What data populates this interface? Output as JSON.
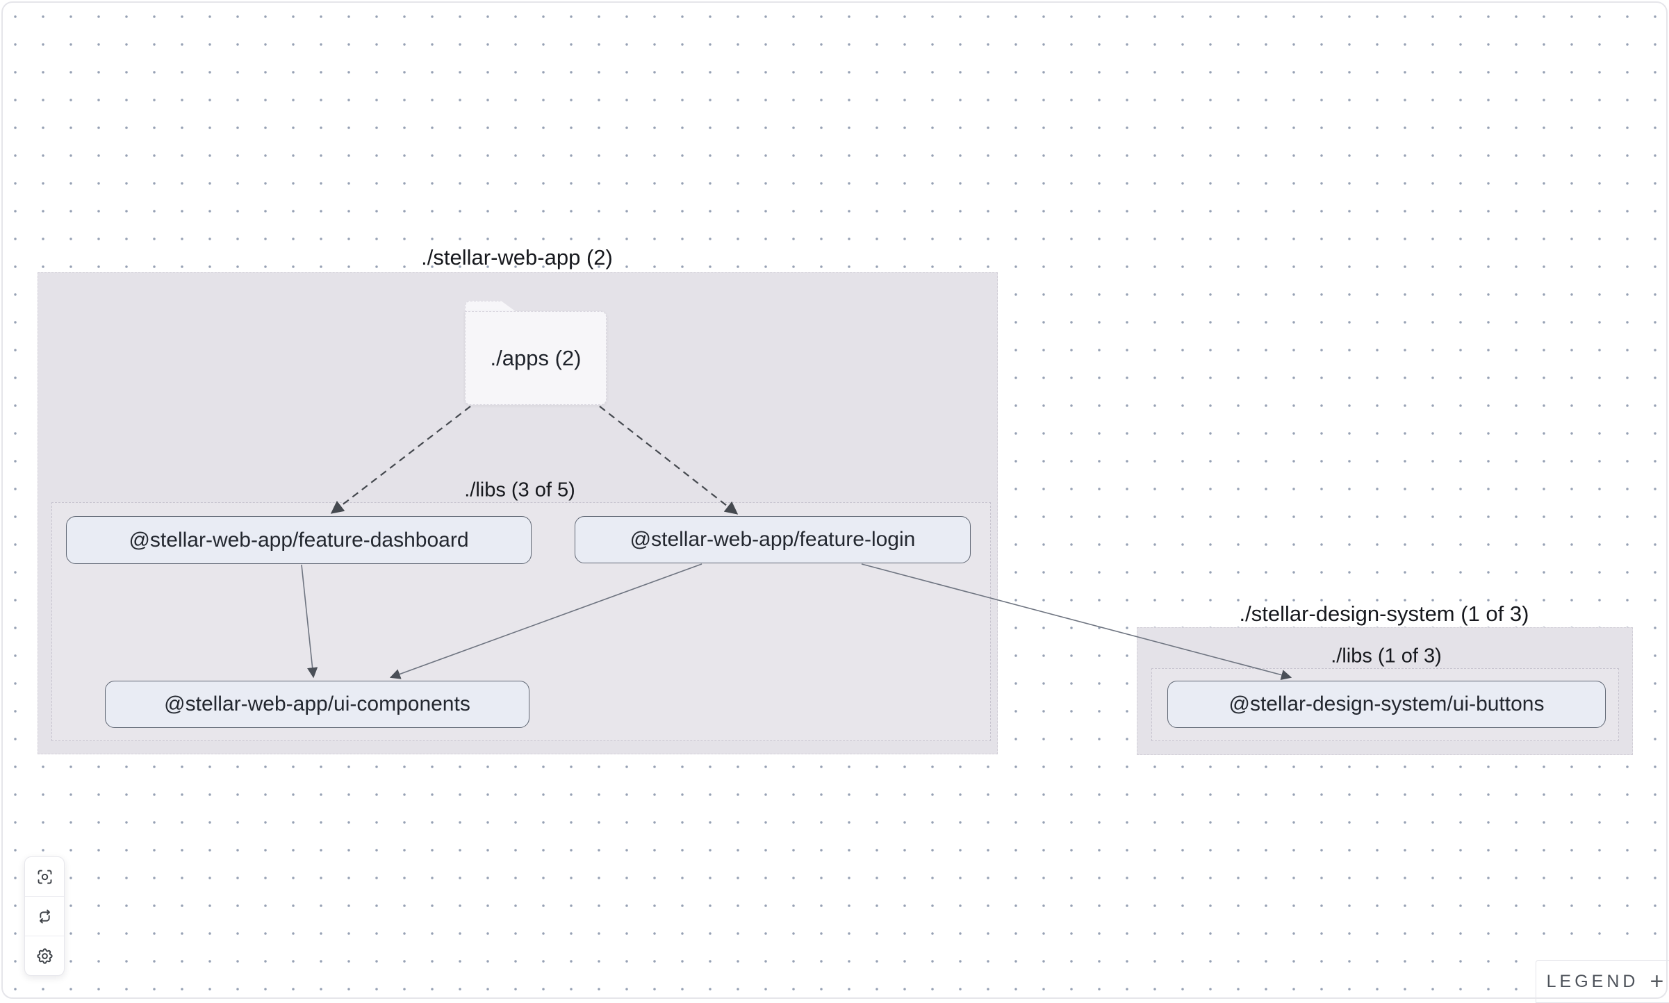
{
  "graph": {
    "groups": [
      {
        "title": "./stellar-web-app (2)"
      },
      {
        "title": "./stellar-design-system (1 of 3)"
      }
    ],
    "folder": {
      "label": "./apps (2)"
    },
    "subgroups": [
      {
        "label": "./libs (3 of 5)"
      },
      {
        "label": "./libs (1 of 3)"
      }
    ],
    "nodes": [
      {
        "label": "@stellar-web-app/feature-dashboard"
      },
      {
        "label": "@stellar-web-app/feature-login"
      },
      {
        "label": "@stellar-web-app/ui-components"
      },
      {
        "label": "@stellar-design-system/ui-buttons"
      }
    ],
    "edges": [
      {
        "from": "./apps (2)",
        "to": "@stellar-web-app/feature-dashboard",
        "style": "dashed"
      },
      {
        "from": "./apps (2)",
        "to": "@stellar-web-app/feature-login",
        "style": "dashed"
      },
      {
        "from": "@stellar-web-app/feature-dashboard",
        "to": "@stellar-web-app/ui-components",
        "style": "solid"
      },
      {
        "from": "@stellar-web-app/feature-login",
        "to": "@stellar-web-app/ui-components",
        "style": "solid"
      },
      {
        "from": "@stellar-web-app/feature-login",
        "to": "@stellar-design-system/ui-buttons",
        "style": "solid"
      }
    ]
  },
  "toolbar": {
    "buttons": [
      {
        "icon": "focus-center-icon"
      },
      {
        "icon": "refresh-icon"
      },
      {
        "icon": "settings-gear-icon"
      }
    ]
  },
  "legend": {
    "label": "LEGEND",
    "expand_symbol": "+"
  },
  "colors": {
    "group_fill": "#e4e2e8",
    "node_fill": "#e9ecf4",
    "node_border": "#5f6673",
    "edge_solid": "#6e7480",
    "edge_dashed": "#45494f",
    "dot_grid": "#96a1b4",
    "frame_border": "#e5e5ea"
  }
}
